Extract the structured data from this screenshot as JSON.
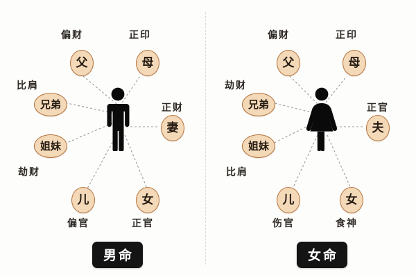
{
  "image": {
    "background": "#fdfdfb",
    "node_fill": "#f3d9b8",
    "node_border": "#b5723c",
    "edge_color": "#9a9a9a",
    "caption_bg": "#141414",
    "caption_fg": "#ffffff"
  },
  "panels": [
    {
      "id": "male",
      "caption": "男命",
      "center_figure": "male-figure",
      "nodes": [
        {
          "key": "father",
          "label": "父",
          "tag": "偏财",
          "chars": 1
        },
        {
          "key": "mother",
          "label": "母",
          "tag": "正印",
          "chars": 1
        },
        {
          "key": "brother",
          "label": "兄弟",
          "tag": "比肩",
          "chars": 2
        },
        {
          "key": "sister",
          "label": "姐妹",
          "tag": "劫财",
          "chars": 2
        },
        {
          "key": "wife",
          "label": "妻",
          "tag": "正财",
          "chars": 1
        },
        {
          "key": "son",
          "label": "儿",
          "tag": "偏官",
          "chars": 1
        },
        {
          "key": "daughter",
          "label": "女",
          "tag": "正官",
          "chars": 1
        }
      ]
    },
    {
      "id": "female",
      "caption": "女命",
      "center_figure": "female-figure",
      "nodes": [
        {
          "key": "father",
          "label": "父",
          "tag": "偏财",
          "chars": 1
        },
        {
          "key": "mother",
          "label": "母",
          "tag": "正印",
          "chars": 1
        },
        {
          "key": "brother",
          "label": "兄弟",
          "tag": "劫财",
          "chars": 2
        },
        {
          "key": "sister",
          "label": "姐妹",
          "tag": "比肩",
          "chars": 2
        },
        {
          "key": "husband",
          "label": "夫",
          "tag": "正官",
          "chars": 1
        },
        {
          "key": "son",
          "label": "儿",
          "tag": "伤官",
          "chars": 1
        },
        {
          "key": "daughter",
          "label": "女",
          "tag": "食神",
          "chars": 1
        }
      ]
    }
  ]
}
